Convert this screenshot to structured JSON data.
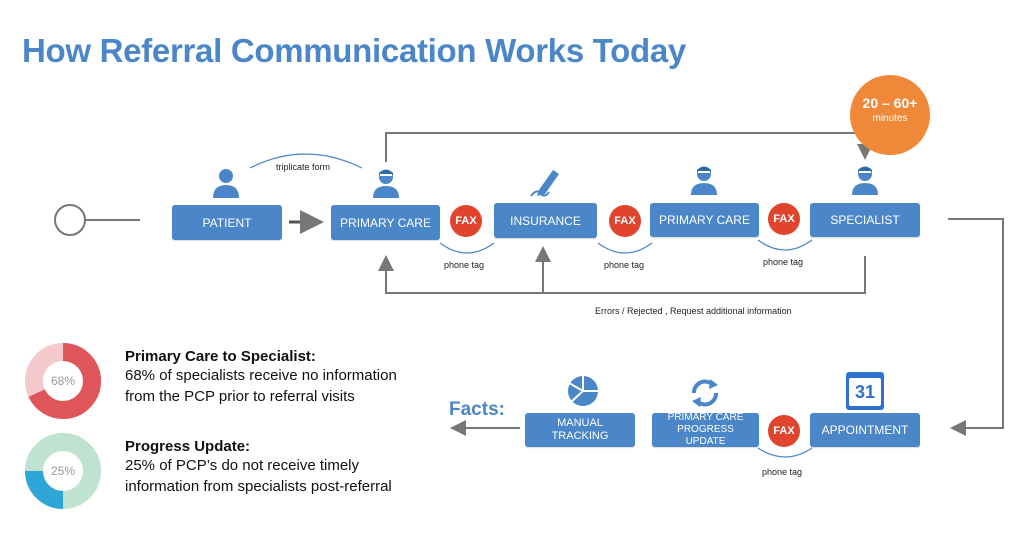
{
  "title": "How Referral Communication Works Today",
  "time_bubble": {
    "value": "20 – 60+",
    "unit": "minutes"
  },
  "boxes": {
    "patient": "PATIENT",
    "primary_care_1": "PRIMARY CARE",
    "insurance": "INSURANCE",
    "primary_care_2": "PRIMARY CARE",
    "specialist": "SPECIALIST",
    "appointment": "APPOINTMENT",
    "progress_update": "PRIMARY CARE PROGRESS UPDATE",
    "manual_tracking": "MANUAL TRACKING"
  },
  "fax_label": "FAX",
  "phone_tag_label": "phone tag",
  "triplicate_form": "triplicate form",
  "errors_label": "Errors / Rejected , Request additional information",
  "calendar_day": "31",
  "facts_label": "Facts:",
  "facts": [
    {
      "percent": 68,
      "percent_label": "68%",
      "heading": "Primary Care to Specialist:",
      "line1": "68% of specialists receive no information",
      "line2": "from the PCP prior to referral visits",
      "color_main": "#e05559",
      "color_rest": "#f4c9cb"
    },
    {
      "percent": 25,
      "percent_label": "25%",
      "heading": "Progress Update:",
      "line1": "25% of PCP’s do not receive timely",
      "line2": "information from specialists post-referral",
      "color_main": "#2ea6d8",
      "color_rest": "#bfe3d0"
    }
  ],
  "colors": {
    "accent": "#4a86c8",
    "fax": "#e0442c",
    "bubble": "#f0883a",
    "line": "#777777"
  }
}
